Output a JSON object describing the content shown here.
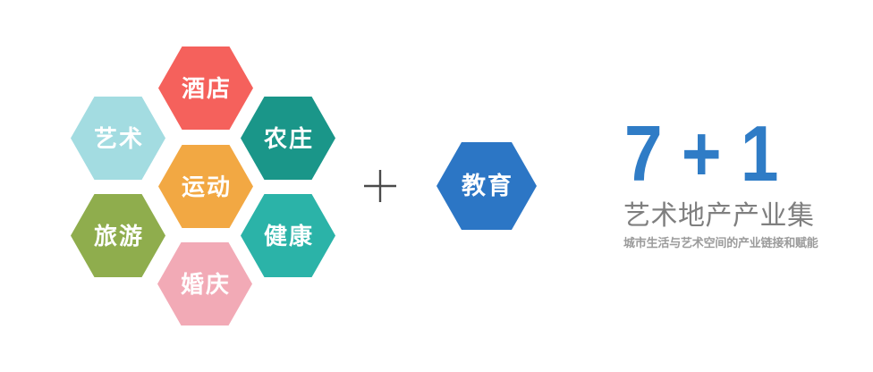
{
  "canvas": {
    "background": "#FFFFFF"
  },
  "honeycomb": {
    "items": [
      {
        "id": "hotel",
        "label": "酒店",
        "color": "#F5615C"
      },
      {
        "id": "art",
        "label": "艺术",
        "color": "#A3DCE1"
      },
      {
        "id": "farm",
        "label": "农庄",
        "color": "#1A9689"
      },
      {
        "id": "sport",
        "label": "运动",
        "color": "#F2A843"
      },
      {
        "id": "travel",
        "label": "旅游",
        "color": "#8FAD4D"
      },
      {
        "id": "health",
        "label": "健康",
        "color": "#2BB3A8"
      },
      {
        "id": "wedding",
        "label": "婚庆",
        "color": "#F2AAB6"
      }
    ]
  },
  "separator": {
    "icon": "plus",
    "color": "#4A4A4A"
  },
  "extra_hexagon": {
    "id": "education",
    "label": "教育",
    "color": "#2C76C5"
  },
  "caption": {
    "headline": "7 + 1",
    "headline_color": "#2F7CC6",
    "title": "艺术地产产业集",
    "title_color": "#7F7F7F",
    "subtitle": "城市生活与艺术空间的产业链接和赋能",
    "subtitle_color": "#9B9B9B"
  }
}
